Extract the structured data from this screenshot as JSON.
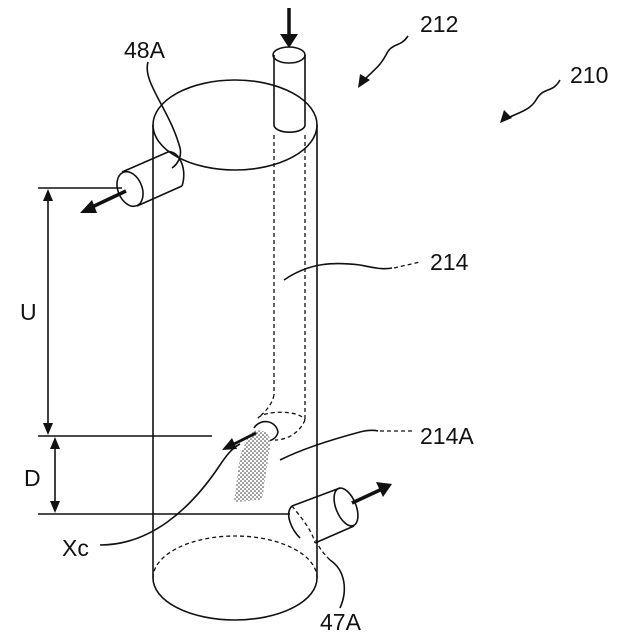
{
  "figure": {
    "labels": {
      "apparatus": "210",
      "inlet_unit": "212",
      "outlet_upper": "48A",
      "inner_tube": "214",
      "tube_outlet": "214A",
      "outlet_lower": "47A",
      "dimension_upper": "U",
      "dimension_lower": "D",
      "mixing_point": "Xc"
    }
  }
}
